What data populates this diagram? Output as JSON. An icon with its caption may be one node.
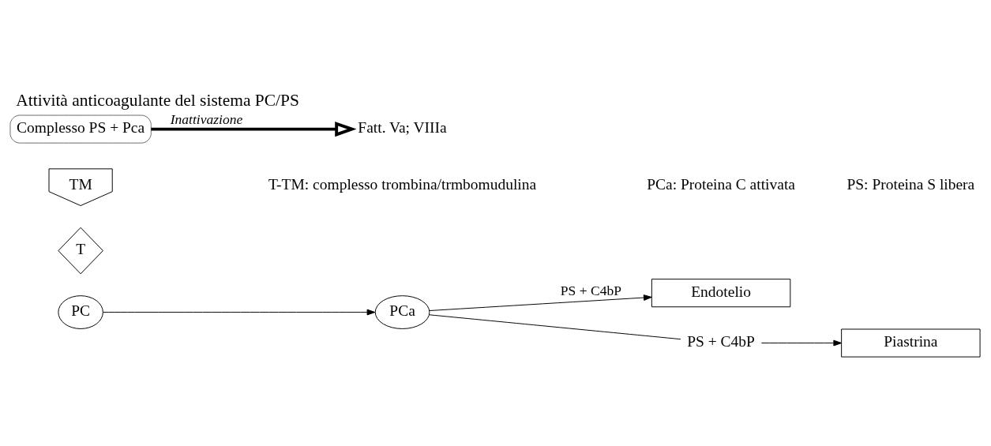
{
  "diagram": {
    "title": "Attività anticoagulante del sistema PC/PS",
    "nodes": [
      {
        "text": [
          "PC"
        ]
      },
      {
        "text": [
          "T"
        ]
      },
      {
        "text": [
          "TM"
        ]
      },
      {
        "text": [
          "PCa"
        ]
      },
      {
        "text": [
          "Piastrina"
        ]
      },
      {
        "text": [
          "Endotelio"
        ]
      },
      {
        "text": [
          "PS + C4bP"
        ]
      },
      {
        "text": [
          "Complesso PS + Pca"
        ]
      },
      {
        "text": [
          "Fatt. Va; VIIIa"
        ]
      }
    ],
    "edges": [
      {
        "from": 0,
        "to": 3,
        "arrow": "to"
      },
      {
        "from": 3,
        "to": 6,
        "arrow": "none"
      },
      {
        "from": 6,
        "to": 4,
        "arrow": "to"
      },
      {
        "from": 3,
        "to": 5,
        "arrow": "to",
        "label": "PS + C4bP"
      },
      {
        "from": 7,
        "to": 8,
        "arrow": "to",
        "label": "Inattivazione",
        "style": "thick"
      }
    ],
    "labels": [
      "T-TM: complesso trombina/trmbomudulina",
      "PCa: Proteina C attivata",
      "PS: Proteina S libera"
    ]
  }
}
